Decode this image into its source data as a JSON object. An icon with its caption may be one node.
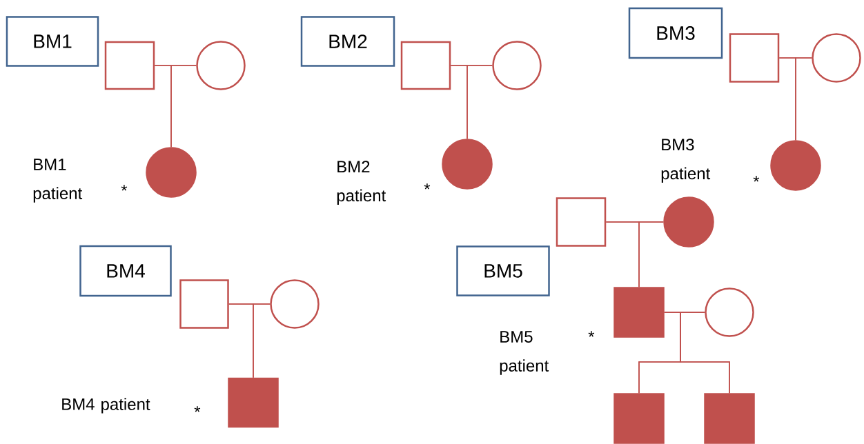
{
  "diagram": {
    "nodes": [
      {
        "text": [
          "BM1"
        ]
      },
      {
        "text": [],
        "shape": "box"
      },
      {
        "text": [],
        "shape": "circle"
      },
      {
        "text": [],
        "shape": "disc",
        "beside": [
          "BM1 patient",
          "*"
        ]
      },
      {
        "text": [
          "BM2"
        ]
      },
      {
        "text": [],
        "shape": "box"
      },
      {
        "text": [],
        "shape": "circle"
      },
      {
        "text": [],
        "shape": "disc",
        "beside": [
          "BM2 patient",
          "*"
        ]
      },
      {
        "text": [
          "BM3"
        ]
      },
      {
        "text": [],
        "shape": "box"
      },
      {
        "text": [],
        "shape": "circle"
      },
      {
        "text": [],
        "shape": "disc",
        "beside": [
          "*"
        ]
      },
      {
        "text": [
          "BM4"
        ]
      },
      {
        "text": [],
        "shape": "box"
      },
      {
        "text": [],
        "shape": "circle"
      },
      {
        "text": [],
        "shape": "block",
        "beside": [
          "BM4 patient",
          "*"
        ]
      },
      {
        "text": [
          "BM5"
        ]
      },
      {
        "text": [],
        "shape": "box"
      },
      {
        "text": [],
        "shape": "disc"
      },
      {
        "text": [],
        "shape": "block",
        "beside": [
          "BM5 patient",
          "*"
        ]
      },
      {
        "text": [],
        "shape": "circle"
      },
      {
        "text": [],
        "shape": "block"
      },
      {
        "text": [],
        "shape": "block"
      }
    ],
    "edges": [
      {
        "from": 1,
        "to": 2,
        "arrow": "none"
      },
      {
        "from": 1,
        "to": 3,
        "arrow": "none"
      },
      {
        "from": 2,
        "to": 3,
        "arrow": "none"
      },
      {
        "from": 5,
        "to": 6,
        "arrow": "none"
      },
      {
        "from": 5,
        "to": 7,
        "arrow": "none"
      },
      {
        "from": 6,
        "to": 7,
        "arrow": "none"
      },
      {
        "from": 9,
        "to": 10,
        "arrow": "none"
      },
      {
        "from": 9,
        "to": 11,
        "arrow": "none"
      },
      {
        "from": 10,
        "to": 11,
        "arrow": "none"
      },
      {
        "from": 13,
        "to": 14,
        "arrow": "none"
      },
      {
        "from": 13,
        "to": 15,
        "arrow": "none"
      },
      {
        "from": 14,
        "to": 15,
        "arrow": "none"
      },
      {
        "from": 17,
        "to": 18,
        "arrow": "none"
      },
      {
        "from": 17,
        "to": 19,
        "arrow": "none"
      },
      {
        "from": 18,
        "to": 19,
        "arrow": "none"
      },
      {
        "from": 19,
        "to": 20,
        "arrow": "none"
      },
      {
        "from": 19,
        "to": 21,
        "arrow": "none"
      },
      {
        "from": 20,
        "to": 21,
        "arrow": "none"
      },
      {
        "from": 19,
        "to": 22,
        "arrow": "none"
      },
      {
        "from": 20,
        "to": 22,
        "arrow": "none"
      }
    ],
    "labels": [
      "BM3 patient"
    ]
  }
}
